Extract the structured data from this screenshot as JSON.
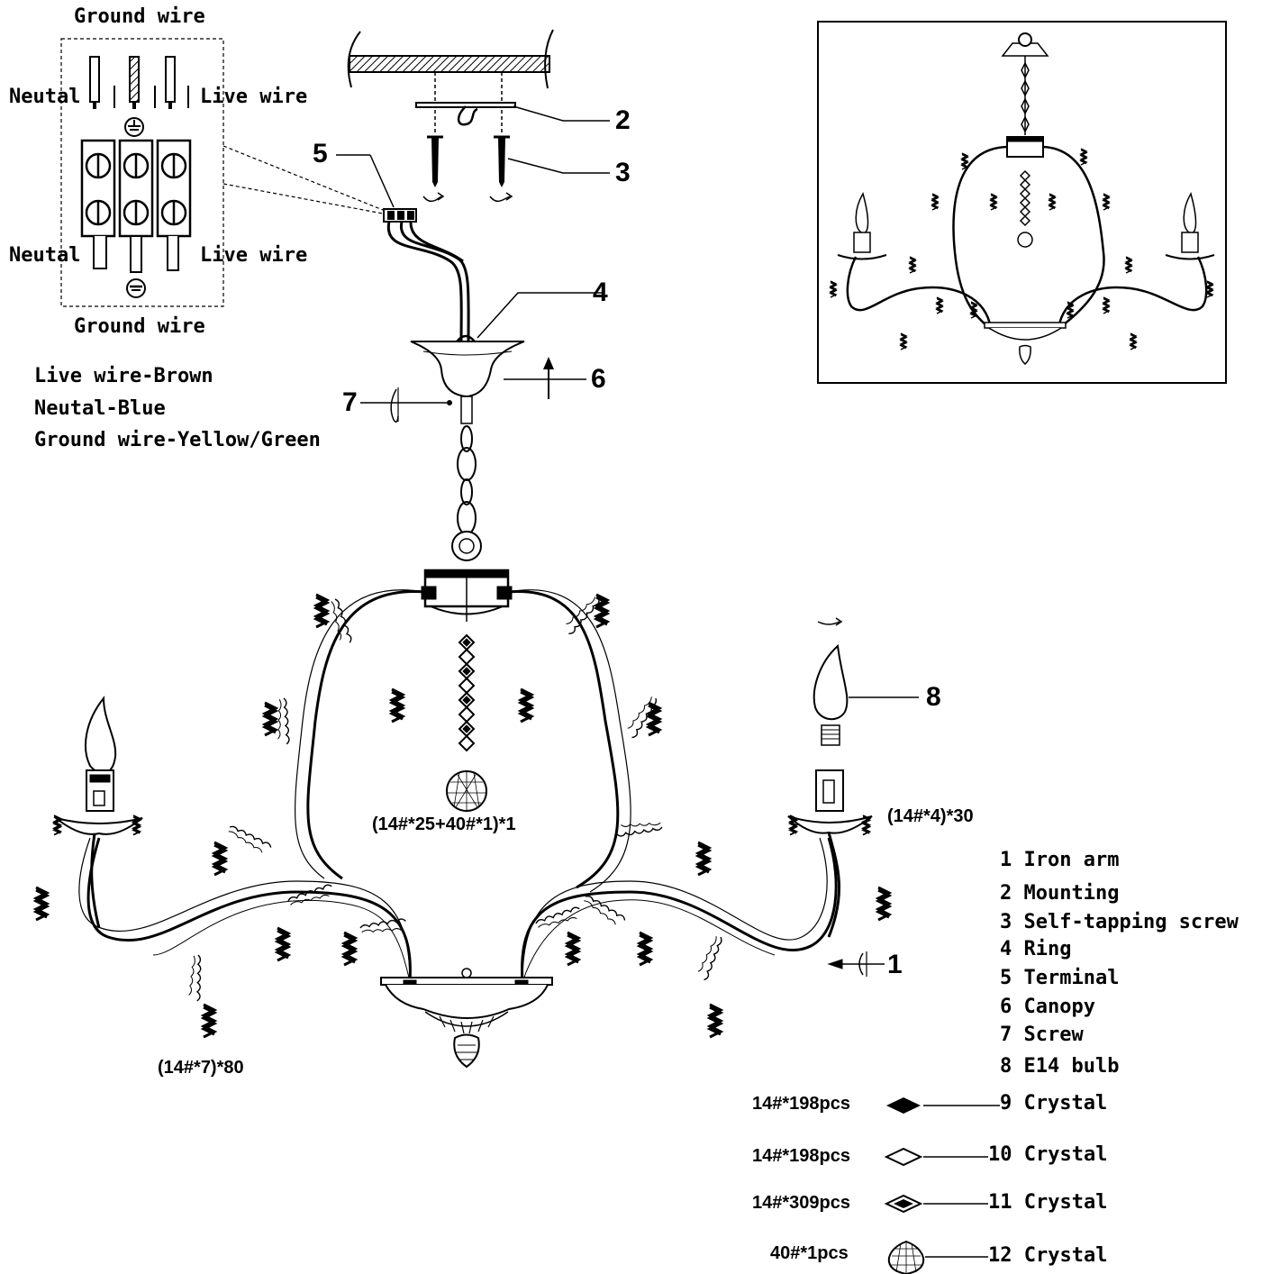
{
  "wiring": {
    "ground_top": "Ground wire",
    "neutral_top": "Neutal",
    "live_top": "Live wire",
    "neutral_bottom": "Neutal",
    "live_bottom": "Live wire",
    "ground_bottom": "Ground wire"
  },
  "wire_colors": [
    "Live wire-Brown",
    "Neutal-Blue",
    "Ground wire-Yellow/Green"
  ],
  "callouts": {
    "n1": "1",
    "n2": "2",
    "n3": "3",
    "n4": "4",
    "n5": "5",
    "n6": "6",
    "n7": "7",
    "n8": "8"
  },
  "quantities": {
    "center_drop": "(14#*25+40#*1)*1",
    "candle_arm": "(14#*4)*30",
    "lower_arm": "(14#*7)*80"
  },
  "parts": [
    {
      "num": "1",
      "name": "Iron arm"
    },
    {
      "num": "2",
      "name": "Mounting"
    },
    {
      "num": "3",
      "name": "Self-tapping screw"
    },
    {
      "num": "4",
      "name": "Ring"
    },
    {
      "num": "5",
      "name": "Terminal"
    },
    {
      "num": "6",
      "name": "Canopy"
    },
    {
      "num": "7",
      "name": "Screw"
    },
    {
      "num": "8",
      "name": "E14 bulb"
    }
  ],
  "crystals": [
    {
      "qty": "14#*198pcs",
      "label": "9 Crystal",
      "icon": "crystal-diamond-filled-icon"
    },
    {
      "qty": "14#*198pcs",
      "label": "10 Crystal",
      "icon": "crystal-diamond-outline-icon"
    },
    {
      "qty": "14#*309pcs",
      "label": "11 Crystal",
      "icon": "crystal-diamond-faceted-icon"
    },
    {
      "qty": "40#*1pcs",
      "label": "12 Crystal",
      "icon": "crystal-ball-icon"
    }
  ]
}
